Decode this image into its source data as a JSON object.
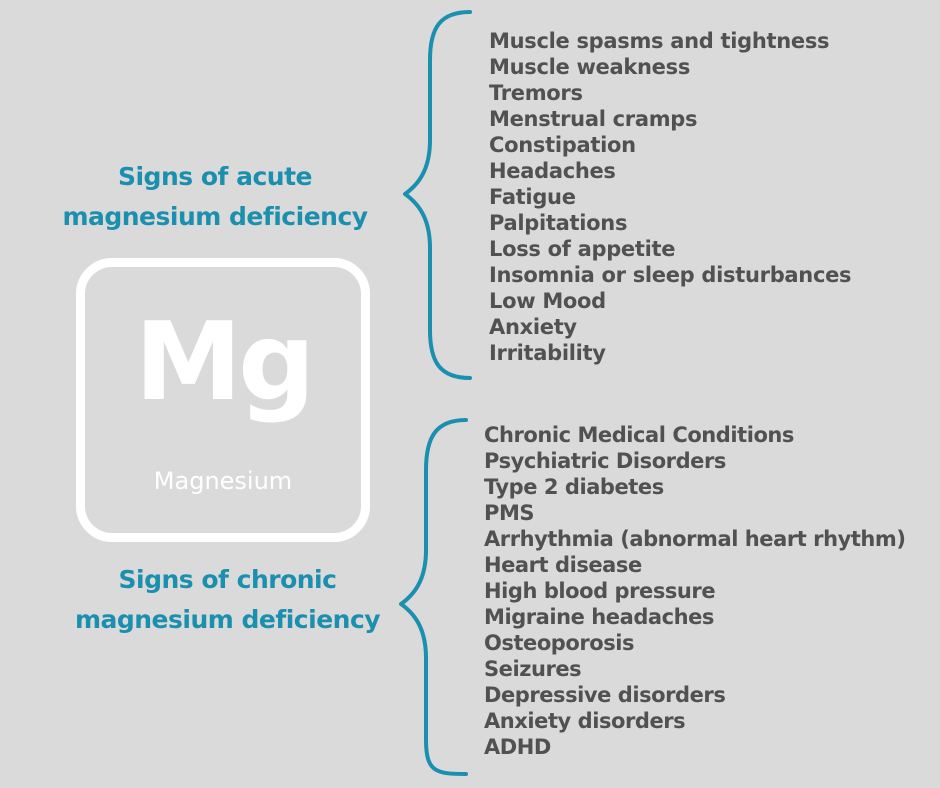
{
  "colors": {
    "background": "#dadada",
    "accent": "#1b8fae",
    "list_text": "#515151",
    "element_box": "#ffffff"
  },
  "acute": {
    "heading_line1": "Signs of acute",
    "heading_line2": "magnesium deficiency",
    "items": [
      "Muscle spasms and tightness",
      "Muscle weakness",
      "Tremors",
      "Menstrual cramps",
      "Constipation",
      "Headaches",
      "Fatigue",
      "Palpitations",
      "Loss of appetite",
      "Insomnia or sleep disturbances",
      "Low Mood",
      "Anxiety",
      "Irritability"
    ]
  },
  "element": {
    "symbol": "Mg",
    "name": "Magnesium"
  },
  "chronic": {
    "heading_line1": "Signs of chronic",
    "heading_line2": "magnesium deficiency",
    "items": [
      "Chronic Medical Conditions",
      "Psychiatric Disorders",
      "Type 2 diabetes",
      "PMS",
      "Arrhythmia (abnormal heart rhythm)",
      "Heart disease",
      "High blood pressure",
      "Migraine headaches",
      "Osteoporosis",
      "Seizures",
      "Depressive disorders",
      "Anxiety disorders",
      "ADHD"
    ]
  }
}
